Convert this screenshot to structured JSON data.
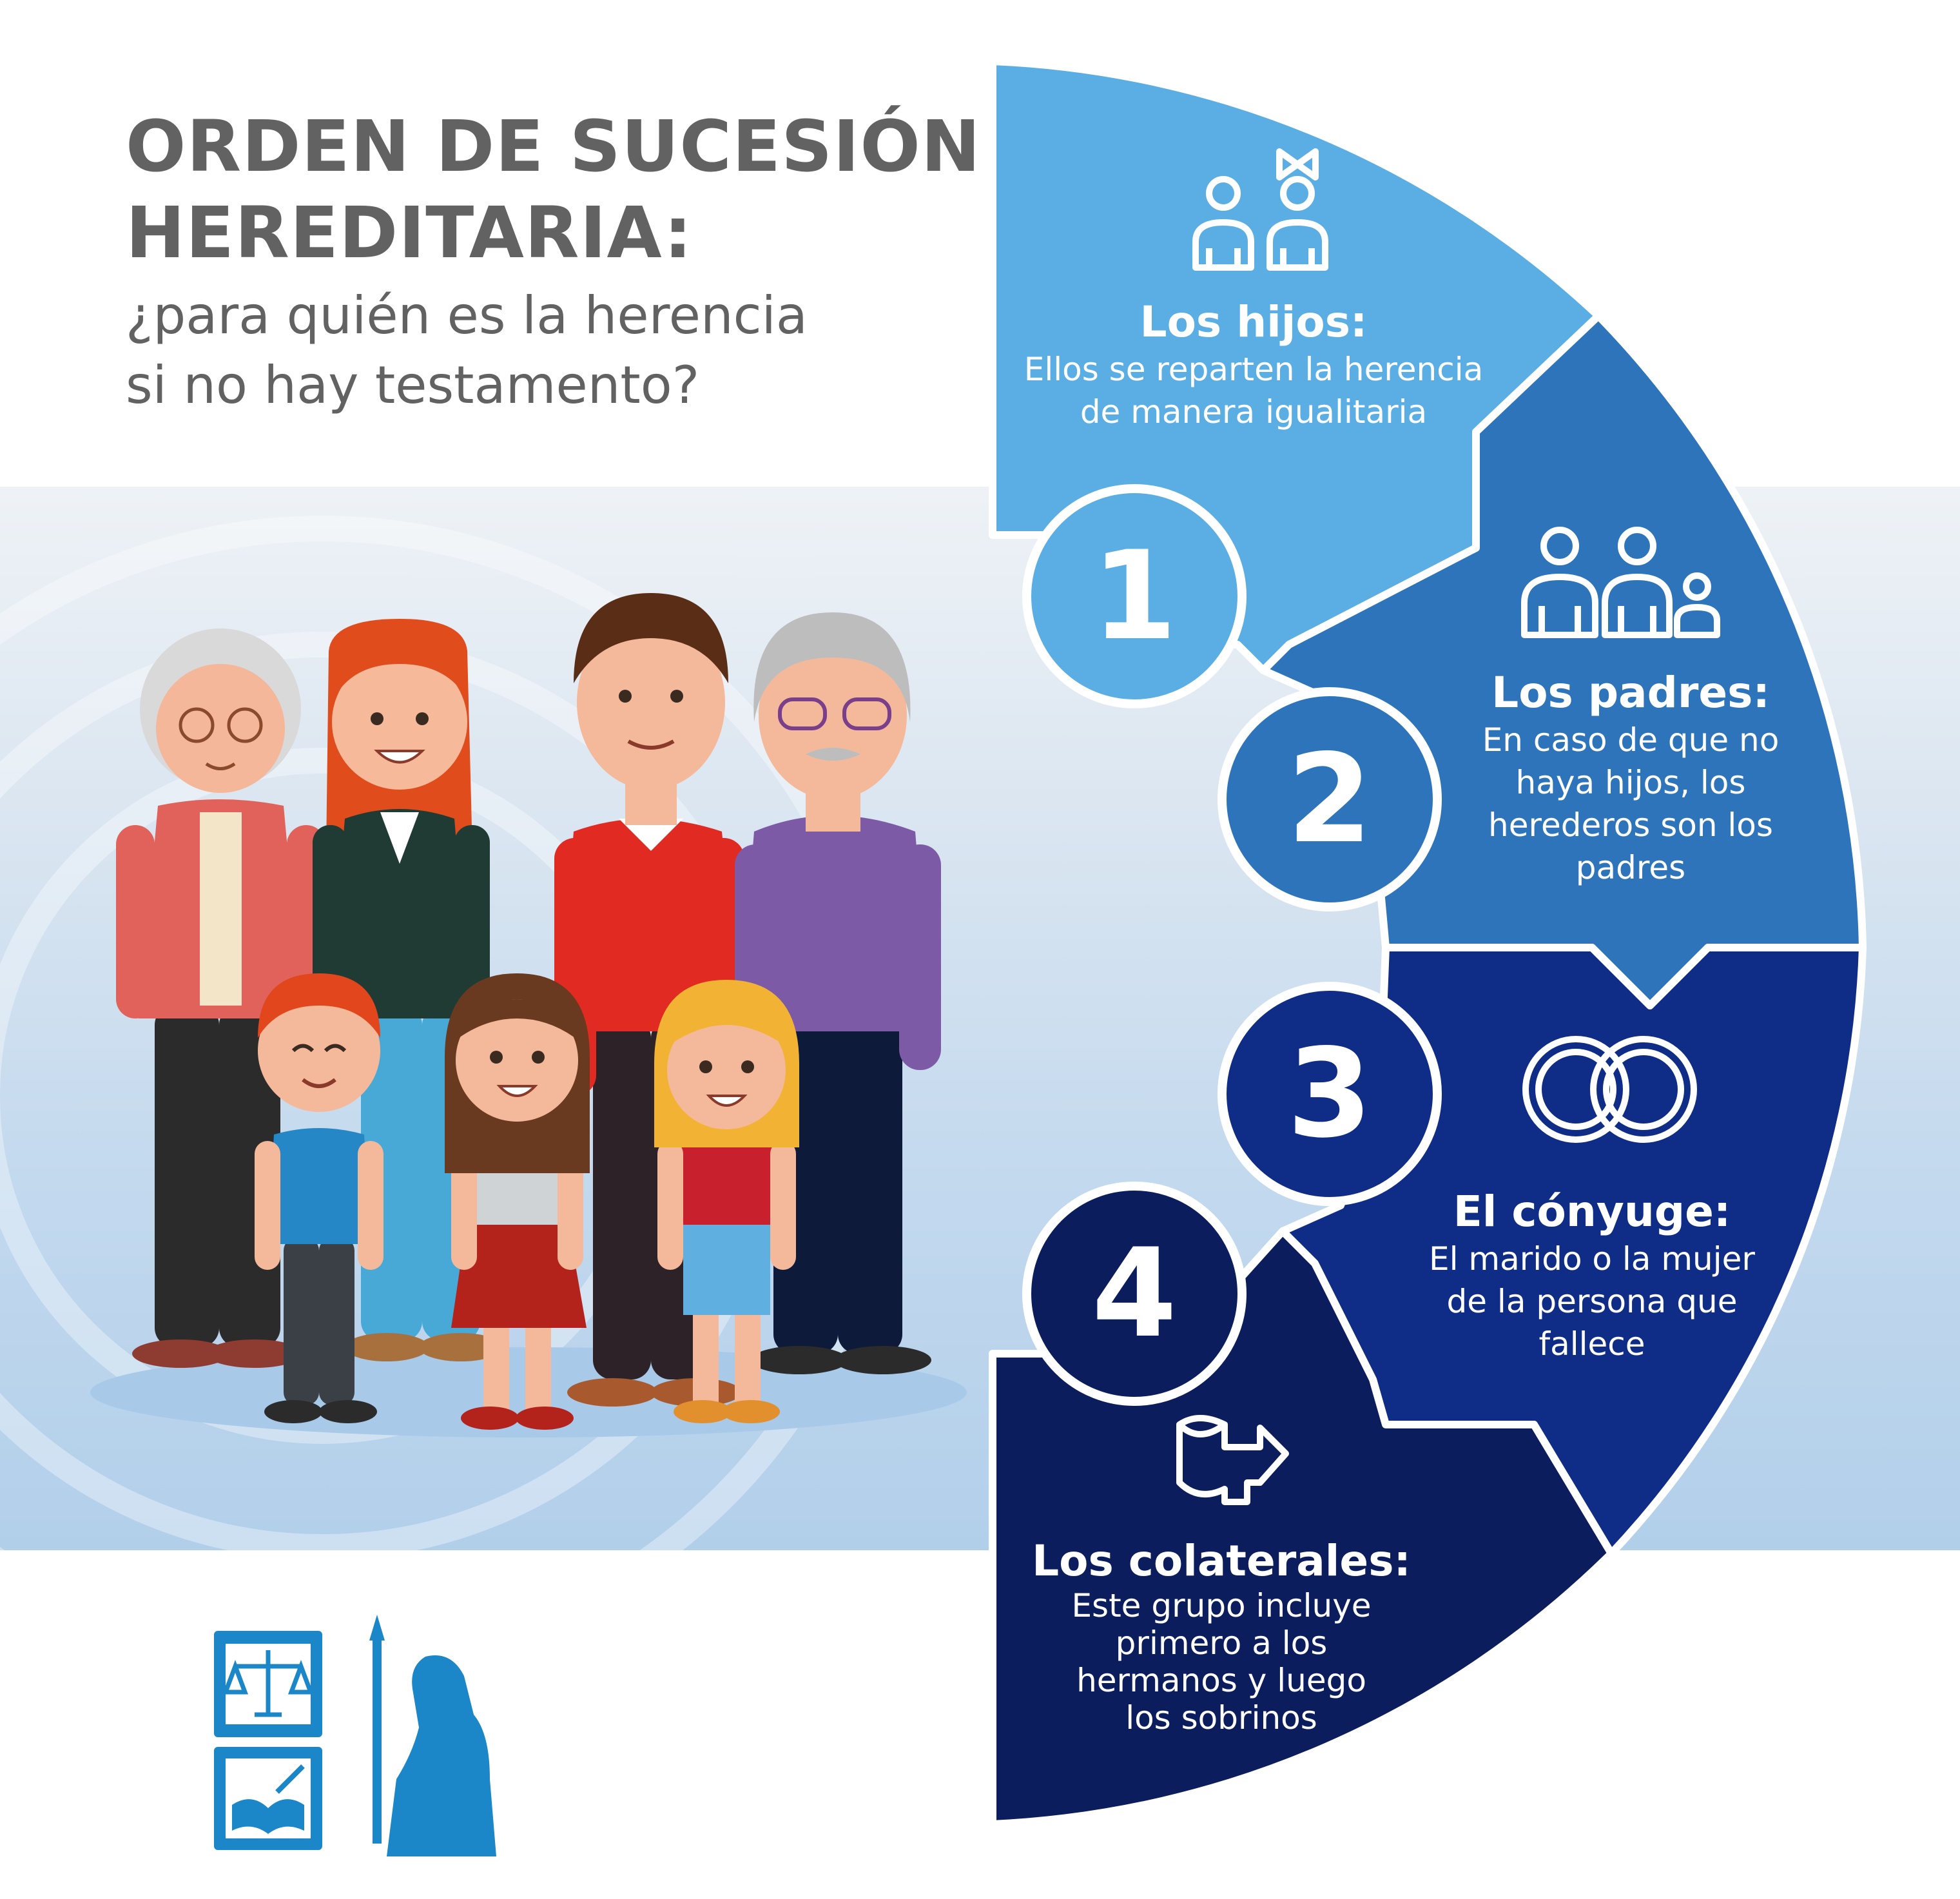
{
  "title": {
    "line1": "ORDEN DE SUCESIÓN",
    "line2": "HEREDITARIA:",
    "sub1": "¿para quién es la herencia",
    "sub2": "si no hay testamento?"
  },
  "colors": {
    "seg1": "#5baee3",
    "seg2": "#2d74bb",
    "seg3": "#0f2d86",
    "seg4": "#0b1d5c",
    "title": "#626262",
    "logo": "#1b86c8"
  },
  "segments": [
    {
      "number": "1",
      "icon": "two-people-icon",
      "heading": "Los hijos:",
      "lines": [
        "Ellos se reparten la herencia",
        "de manera igualitaria"
      ]
    },
    {
      "number": "2",
      "icon": "family-icon",
      "heading": "Los padres:",
      "lines": [
        "En caso de que no",
        "haya hijos, los",
        "herederos son los",
        "padres"
      ]
    },
    {
      "number": "3",
      "icon": "wedding-rings-icon",
      "heading": "El cónyuge:",
      "lines": [
        "El marido o la mujer",
        "de la persona que",
        "fallece"
      ]
    },
    {
      "number": "4",
      "icon": "scroll-arrow-icon",
      "heading": "Los colaterales:",
      "lines": [
        "Este grupo incluye",
        "primero a los",
        "hermanos y luego",
        "los sobrinos"
      ]
    }
  ]
}
